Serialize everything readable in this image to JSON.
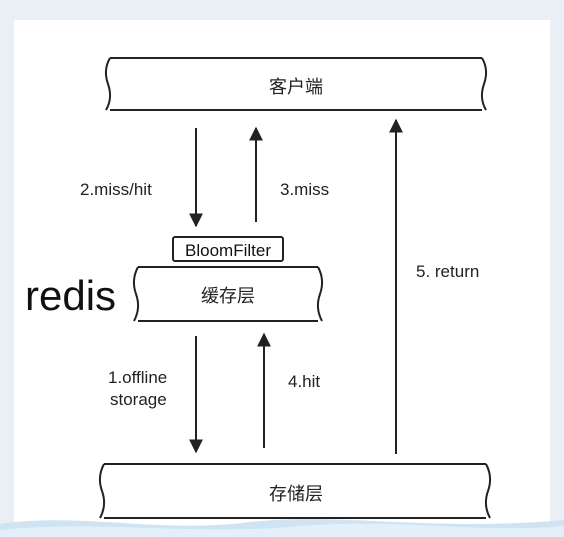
{
  "layers": {
    "client": "客户端",
    "cache": "缓存层",
    "storage": "存储层"
  },
  "bloom_filter": "BloomFilter",
  "redis_label": "redis",
  "arrows": {
    "miss_hit": "2.miss/hit",
    "miss": "3.miss",
    "return": "5. return",
    "offline_storage_line1": "1.offline",
    "offline_storage_line2": "storage",
    "hit": "4.hit"
  }
}
